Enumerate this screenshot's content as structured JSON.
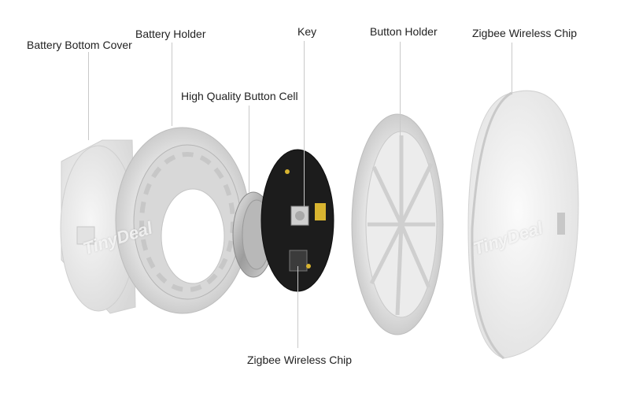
{
  "labels": {
    "battery_bottom_cover": "Battery Bottom Cover",
    "battery_holder": "Battery Holder",
    "button_cell": "High Quality Button Cell",
    "key": "Key",
    "button_holder": "Button Holder",
    "zigbee_chip_top": "Zigbee Wireless Chip",
    "zigbee_chip_bottom": "Zigbee Wireless Chip"
  },
  "watermark": "TinyDeal",
  "colors": {
    "background": "#ffffff",
    "plastic": "#ececec",
    "pcb": "#1c1c1c",
    "leader": "#c9c9c9"
  }
}
